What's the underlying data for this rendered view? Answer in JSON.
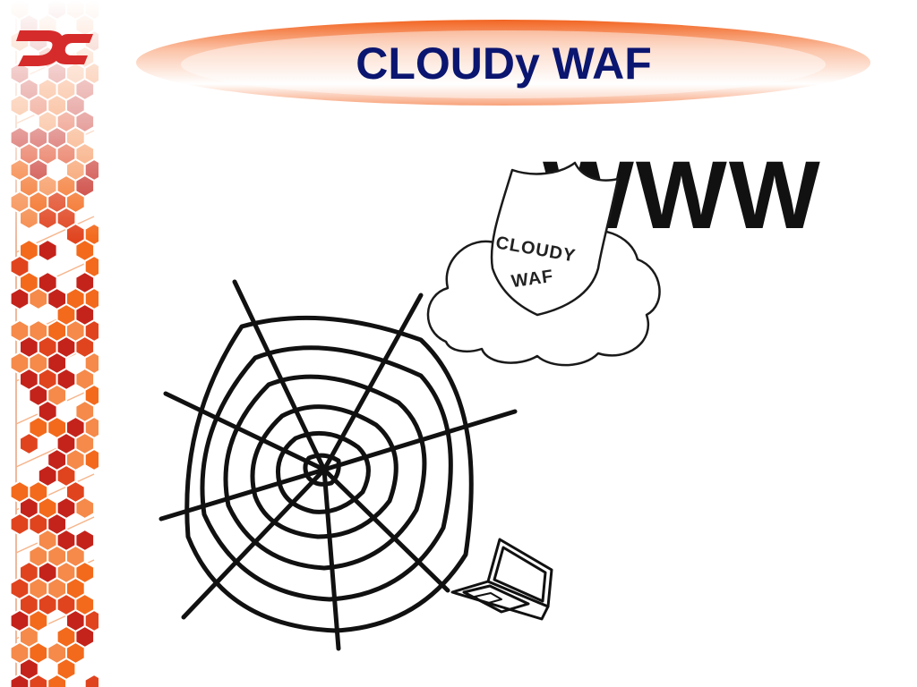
{
  "slide": {
    "title": "CLOUDy WAF",
    "logo_letters": "DC",
    "illustration": {
      "www_label": "WWW",
      "shield_line1": "CLOUDY",
      "shield_line2": "WAF"
    },
    "colors": {
      "title_text": "#0b1670",
      "banner_orange": "#f26522",
      "logo_red": "#d62b2b",
      "hex_orange": "#f36a1c",
      "hex_red": "#c4231b",
      "ink": "#111111"
    },
    "icons": [
      "dc-logo-icon",
      "hexagon-pattern",
      "spider-web-icon",
      "cloud-icon",
      "shield-icon",
      "laptop-icon"
    ]
  }
}
